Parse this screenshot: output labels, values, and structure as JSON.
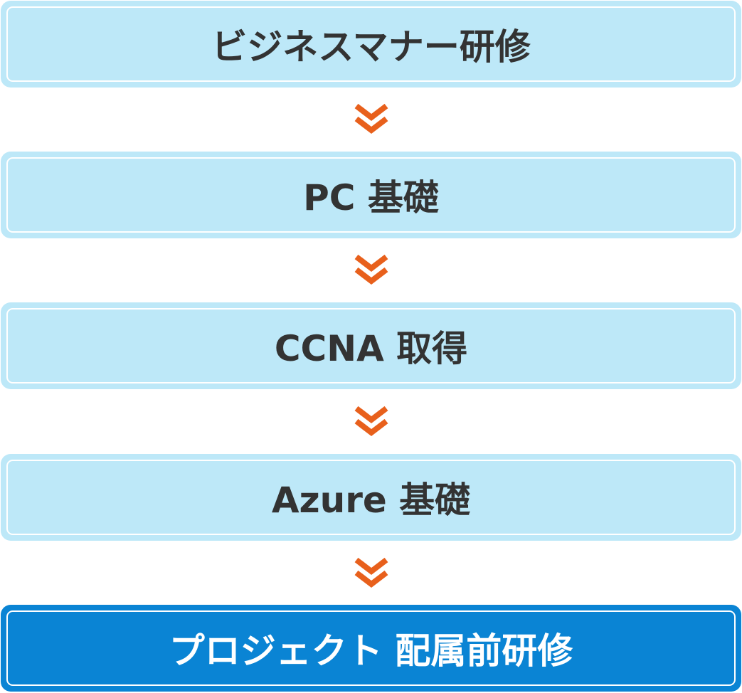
{
  "flow": {
    "steps": [
      {
        "label": "ビジネスマナー研修"
      },
      {
        "label": "PC 基礎"
      },
      {
        "label": "CCNA 取得"
      },
      {
        "label": "Azure 基礎"
      },
      {
        "label": "プロジェクト 配属前研修"
      }
    ]
  },
  "colors": {
    "step_fill": "#bde8f8",
    "step_border": "#ffffff",
    "step_text": "#333333",
    "final_fill": "#0a84d4",
    "final_text": "#ffffff",
    "arrow": "#e8601c"
  },
  "icons": {
    "arrow": "double-chevron-down-icon"
  }
}
